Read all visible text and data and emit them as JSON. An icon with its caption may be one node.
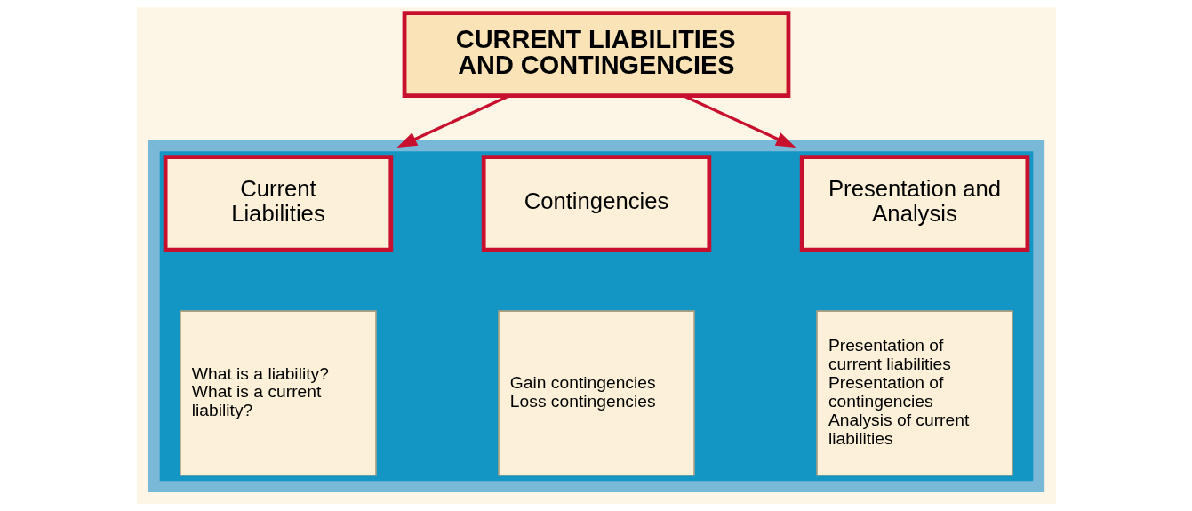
{
  "diagram": {
    "nodes": [
      {
        "text": [
          "CURRENT LIABILITIES AND CONTINGENCIES"
        ]
      },
      {
        "text": [],
        "shape": "box"
      },
      {
        "text": [
          "Current Liabilities"
        ],
        "in": 1
      },
      {
        "text": [
          "What is a liability?",
          "What is a current liability?"
        ],
        "in": 1
      },
      {
        "text": [
          "Contingencies"
        ],
        "in": 1
      },
      {
        "text": [
          "Gain contingencies",
          "Loss contingencies"
        ],
        "in": 1
      },
      {
        "text": [
          "Presentation and Analysis"
        ],
        "in": 1
      },
      {
        "text": [
          "Presentation of current liabilities",
          "Presentation of contingencies",
          "Analysis of current liabilities"
        ],
        "in": 1
      }
    ],
    "edges": [
      {
        "from": 0,
        "to": 1,
        "arrow": "to"
      },
      {
        "from": 0,
        "to": 1,
        "arrow": "to"
      }
    ]
  }
}
